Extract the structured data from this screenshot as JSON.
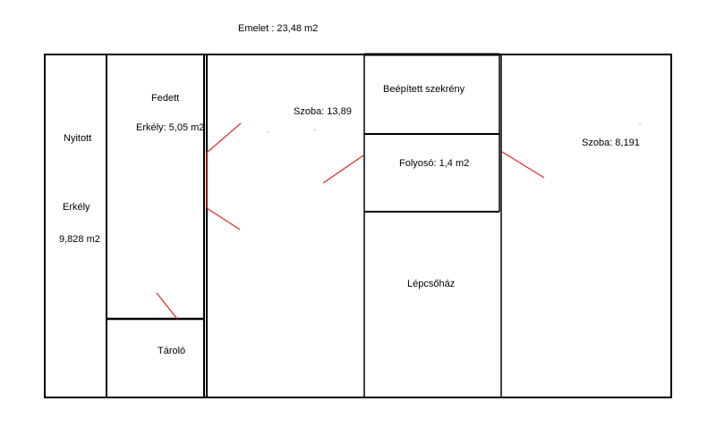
{
  "title": "Emelet : 23,48 m2",
  "rooms": {
    "open_balcony": {
      "line1": "Nyitott",
      "line2": "Erkély",
      "area": "9,828 m2"
    },
    "covered_balcony": {
      "line1": "Fedett",
      "line2": "Erkély: 5,05 m2"
    },
    "storage": {
      "label": "Tároló"
    },
    "room_left": {
      "label": "Szoba: 13,89"
    },
    "wardrobe": {
      "label": "Beépített szekrény"
    },
    "corridor": {
      "label": "Folyosó: 1,4 m2"
    },
    "staircase": {
      "label": "Lépcsőház"
    },
    "room_right": {
      "label": "Szoba: 8,191"
    }
  },
  "colors": {
    "walls": "#000000",
    "door_marks": "#e0262b"
  }
}
